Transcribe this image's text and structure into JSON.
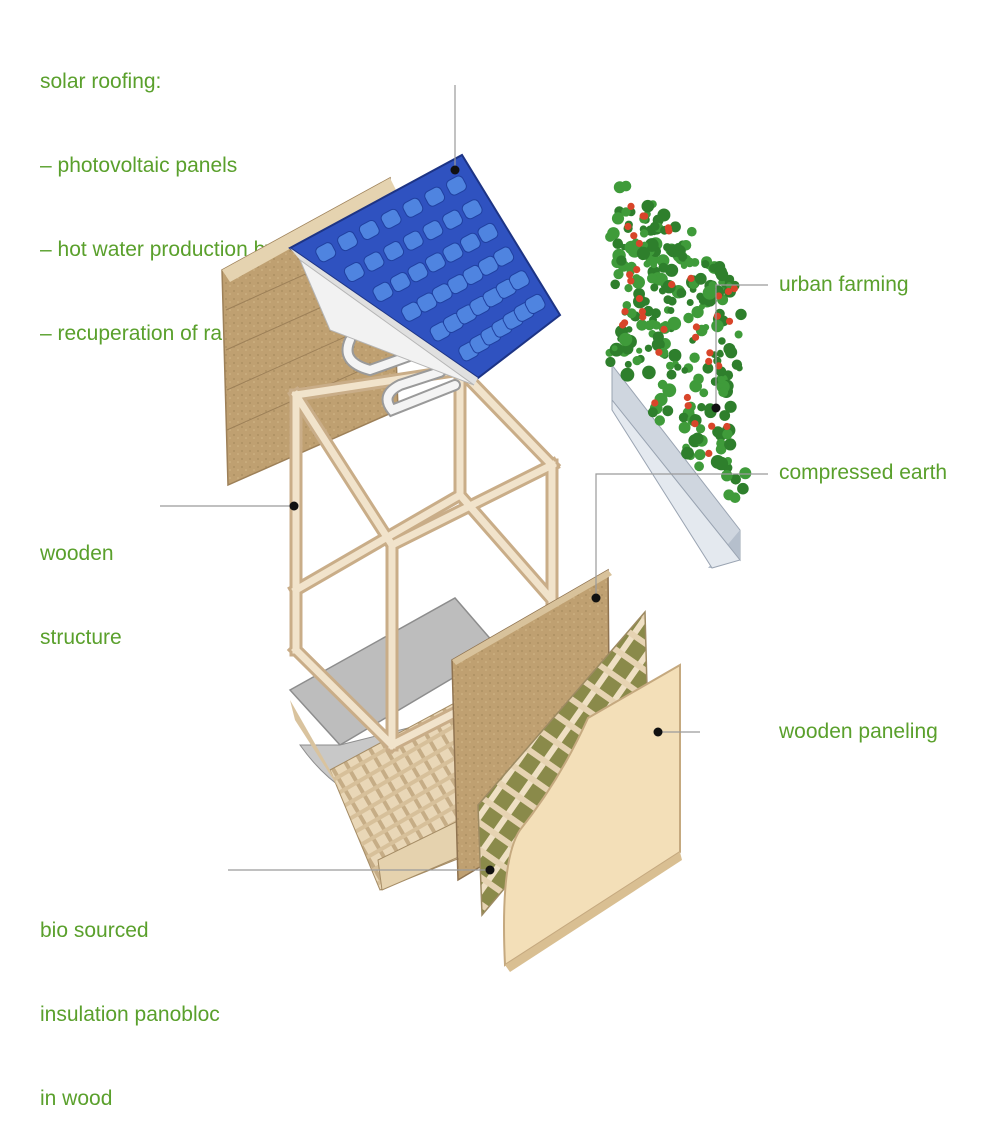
{
  "colors": {
    "label_text": "#5aa02c",
    "leader_line": "#9a9a9a",
    "solar_panel": "#2f52c0",
    "solar_cell": "#4f84e0",
    "wood_light": "#e8d4b0",
    "wood_panel": "#f3dfb8",
    "compressed_earth": "#bfa071",
    "concrete": "#b8b8b8",
    "plant_green": "#3f9b3a",
    "tomato_red": "#d8452a"
  },
  "labels": {
    "solar_roofing": {
      "title": "solar roofing:",
      "items": [
        "– photovoltaic panels",
        "– hot water production by solar panels",
        "– recuperation of rainwater"
      ]
    },
    "urban_farming": "urban farming",
    "compressed_earth": "compressed earth",
    "wooden_structure": [
      "wooden",
      "structure"
    ],
    "wooden_paneling": "wooden paneling",
    "bio_insulation": [
      "bio sourced",
      "insulation panobloc",
      "in wood"
    ]
  }
}
